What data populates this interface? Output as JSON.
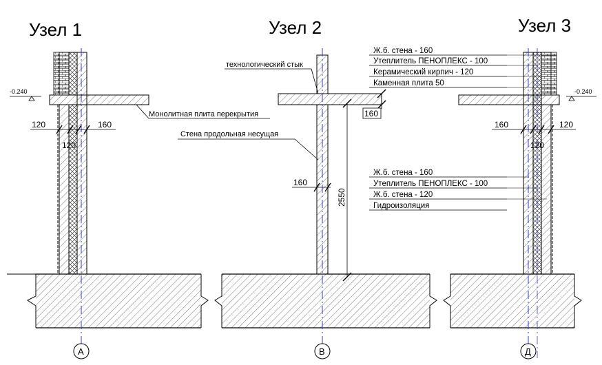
{
  "titles": [
    "Узел 1",
    "Узел 2",
    "Узел 3"
  ],
  "axes": [
    "А",
    "В",
    "Д"
  ],
  "levels": {
    "left": "-0.240",
    "right": "-0.240"
  },
  "node1": {
    "dim_left": "120",
    "dim_right": "160",
    "dim_inner": "120"
  },
  "node2": {
    "dim_slab": "160",
    "dim_wall": "160",
    "dim_height": "2550"
  },
  "node3": {
    "dim_left": "160",
    "dim_right": "120",
    "dim_inner": "120"
  },
  "callouts": {
    "slab": "Монолитная плита перекрытия",
    "joint": "технологический стык",
    "wall": "Стена продольная несущая"
  },
  "spec_upper": [
    "Ж.б. стена  - 160",
    "Утеплитель ПЕНОПЛЕКС - 100",
    "Керамический кирпич  - 120",
    "Каменная плита  50"
  ],
  "spec_lower": [
    "Ж.б. стена  - 160",
    "Утеплитель ПЕНОПЛЕКС - 100",
    "Ж.б. стена  - 120",
    "Гидроизоляция"
  ]
}
